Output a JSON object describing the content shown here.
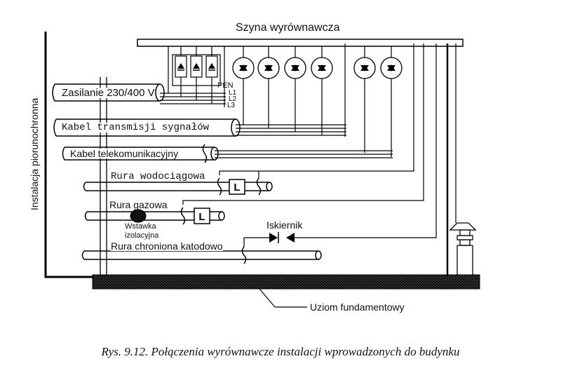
{
  "labels": {
    "bus": "Szyna wyrównawcza",
    "lightning": "Instalacja piorunochronna",
    "power": "Zasilanie 230/400 V",
    "pen": "PEN",
    "l1": "L1",
    "l2": "L2",
    "l3": "L3",
    "signal_cable": "Kabel transmisji sygnałów",
    "telecom_cable": "Kabel telekomunikacyjny",
    "water_pipe": "Rura wodociągowa",
    "gas_pipe": "Rura gazowa",
    "insert_line1": "Wstawka",
    "insert_line2": "izolacyjna",
    "spark_gap": "Iskiernik",
    "cathodic_pipe": "Rura chroniona katodowo",
    "earth": "Uziom fundamentowy",
    "box_l": "L"
  },
  "caption": "Rys. 9.12. Połączenia wyrównawcze instalacji wprowadzonych do budynku"
}
